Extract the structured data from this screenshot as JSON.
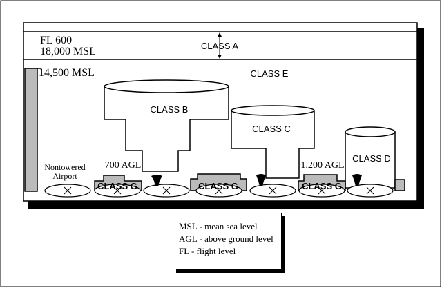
{
  "diagram": {
    "levels": {
      "fl": "FL 600",
      "msl_18000": "18,000 MSL",
      "msl_14500": "14,500 MSL"
    },
    "classes": {
      "a": "CLASS A",
      "b": "CLASS B",
      "c": "CLASS C",
      "d": "CLASS D",
      "e": "CLASS E",
      "g": "CLASS G"
    },
    "agl": {
      "agl_700": "700 AGL",
      "agl_1200": "1,200 AGL"
    },
    "airport": {
      "line1": "Nontowered",
      "line2": "Airport"
    }
  },
  "legend": {
    "items": [
      "MSL - mean sea level",
      "AGL - above ground level",
      "FL - flight level"
    ]
  }
}
